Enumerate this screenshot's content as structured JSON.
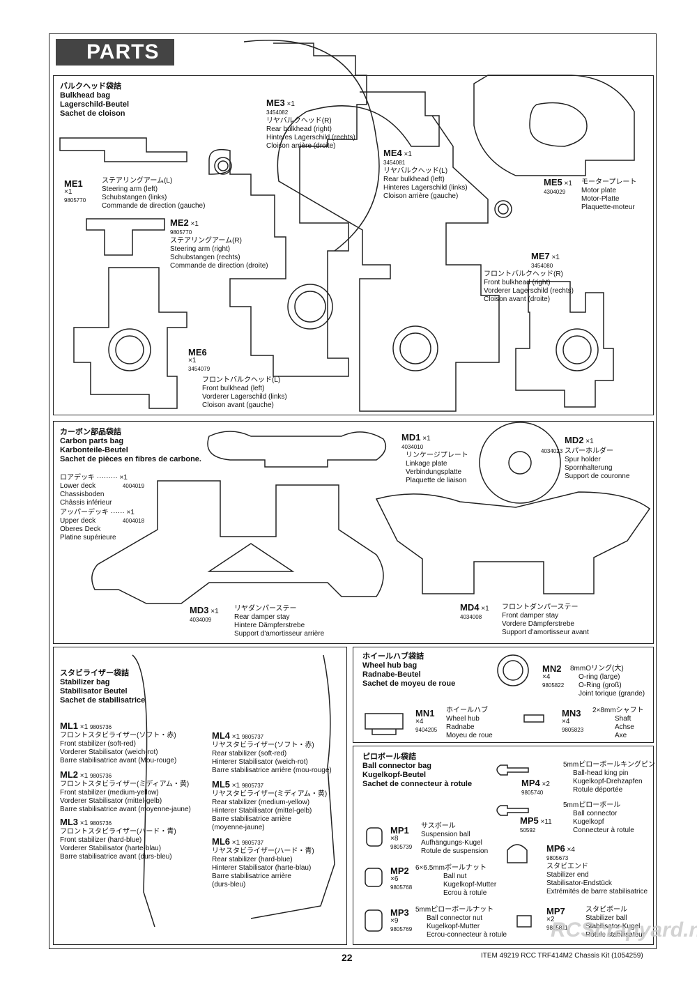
{
  "header": {
    "title": "PARTS"
  },
  "bulkhead_bag": {
    "title_jp": "バルクヘッド袋詰",
    "title_en": "Bulkhead bag",
    "title_de": "Lagerschild-Beutel",
    "title_fr": "Sachet de cloison",
    "parts": [
      {
        "id": "ME1",
        "qty": "×1",
        "code": "9805770",
        "jp": "ステアリングアーム(L)",
        "en": "Steering arm (left)",
        "de": "Schubstangen (links)",
        "fr": "Commande de direction (gauche)"
      },
      {
        "id": "ME2",
        "qty": "×1",
        "code": "9805770",
        "jp": "ステアリングアーム(R)",
        "en": "Steering arm (right)",
        "de": "Schubstangen (rechts)",
        "fr": "Commande de direction (droite)"
      },
      {
        "id": "ME3",
        "qty": "×1",
        "code": "3454082",
        "jp": "リヤバルクヘッド(R)",
        "en": "Rear bulkhead (right)",
        "de": "Hinteres Lagerschild (rechts)",
        "fr": "Cloison arrière (droite)"
      },
      {
        "id": "ME4",
        "qty": "×1",
        "code": "3454081",
        "jp": "リヤバルクヘッド(L)",
        "en": "Rear bulkhead (left)",
        "de": "Hinteres Lagerschild (links)",
        "fr": "Cloison arrière (gauche)"
      },
      {
        "id": "ME5",
        "qty": "×1",
        "code": "4304029",
        "jp": "モータープレート",
        "en": "Motor plate",
        "de": "Motor-Platte",
        "fr": "Plaquette-moteur"
      },
      {
        "id": "ME6",
        "qty": "×1",
        "code": "3454079",
        "jp": "フロントバルクヘッド(L)",
        "en": "Front bulkhead (left)",
        "de": "Vorderer Lagerschild (links)",
        "fr": "Cloison avant (gauche)"
      },
      {
        "id": "ME7",
        "qty": "×1",
        "code": "3454080",
        "jp": "フロントバルクヘッド(R)",
        "en": "Front bulkhead (right)",
        "de": "Vorderer Lagerschild (rechts)",
        "fr": "Cloison avant (droite)"
      }
    ]
  },
  "carbon_bag": {
    "title_jp": "カーボン部品袋詰",
    "title_en": "Carbon parts bag",
    "title_de": "Karbonteile-Beutel",
    "title_fr": "Sachet de pièces en fibres de carbone.",
    "lower_deck": {
      "jp": "ロアデッキ",
      "dots": "·········",
      "qty": "×1",
      "code": "4004019",
      "en": "Lower deck",
      "de": "Chassisboden",
      "fr": "Châssis inférieur"
    },
    "upper_deck": {
      "jp": "アッパーデッキ",
      "dots": "······",
      "qty": "×1",
      "code": "4004018",
      "en": "Upper deck",
      "de": "Oberes Deck",
      "fr": "Platine supérieure"
    },
    "parts": [
      {
        "id": "MD1",
        "qty": "×1",
        "code": "4034010",
        "jp": "リンケージプレート",
        "en": "Linkage plate",
        "de": "Verbindungsplatte",
        "fr": "Plaquette de liaison"
      },
      {
        "id": "MD2",
        "qty": "×1",
        "code": "4034023",
        "jp": "スパーホルダー",
        "en": "Spur holder",
        "de": "Spornhalterung",
        "fr": "Support de couronne"
      },
      {
        "id": "MD3",
        "qty": "×1",
        "code": "4034009",
        "jp": "リヤダンパーステー",
        "en": "Rear damper stay",
        "de": "Hintere Dämpferstrebe",
        "fr": "Support d'amortisseur arrière"
      },
      {
        "id": "MD4",
        "qty": "×1",
        "code": "4034008",
        "jp": "フロントダンパーステー",
        "en": "Front damper stay",
        "de": "Vordere Dämpferstrebe",
        "fr": "Support d'amortisseur avant"
      }
    ]
  },
  "stabilizer_bag": {
    "title_jp": "スタビライザー袋詰",
    "title_en": "Stabilizer bag",
    "title_de": "Stabilisator Beutel",
    "title_fr": "Sachet de stabilisatrice",
    "parts": [
      {
        "id": "ML1",
        "qty": "×1",
        "code": "9805736",
        "jp": "フロントスタビライザー(ソフト・赤)",
        "en": "Front stabilizer (soft-red)",
        "de": "Vorderer Stabilisator (weich-rot)",
        "fr": "Barre stabilisatrice avant (Mou-rouge)"
      },
      {
        "id": "ML2",
        "qty": "×1",
        "code": "9805736",
        "jp": "フロントスタビライザー(ミディアム・黄)",
        "en": "Front stabilizer (medium-yellow)",
        "de": "Vorderer Stabilisator (mittel-gelb)",
        "fr": "Barre stabilisatrice avant (moyenne-jaune)"
      },
      {
        "id": "ML3",
        "qty": "×1",
        "code": "9805736",
        "jp": "フロントスタビライザー(ハード・青)",
        "en": "Front stabilizer (hard-blue)",
        "de": "Vorderer Stabilisator (harte-blau)",
        "fr": "Barre stabilisatrice avant (durs-bleu)"
      },
      {
        "id": "ML4",
        "qty": "×1",
        "code": "9805737",
        "jp": "リヤスタビライザー(ソフト・赤)",
        "en": "Rear stabilizer (soft-red)",
        "de": "Hinterer Stabilisator (weich-rot)",
        "fr": "Barre stabilisatrice arrière (mou-rouge)"
      },
      {
        "id": "ML5",
        "qty": "×1",
        "code": "9805737",
        "jp": "リヤスタビライザー(ミディアム・黄)",
        "en": "Rear stabilizer (medium-yellow)",
        "de": "Hinterer Stabilisator (mittel-gelb)",
        "fr": "Barre stabilisatrice arrière",
        "fr2": "(moyenne-jaune)"
      },
      {
        "id": "ML6",
        "qty": "×1",
        "code": "9805737",
        "jp": "リヤスタビライザー(ハード・青)",
        "en": "Rear stabilizer (hard-blue)",
        "de": "Hinterer Stabilisator (harte-blau)",
        "fr": "Barre stabilisatrice arrière",
        "fr2": "(durs-bleu)"
      }
    ]
  },
  "wheelhub_bag": {
    "title_jp": "ホイールハブ袋詰",
    "title_en": "Wheel hub bag",
    "title_de": "Radnabe-Beutel",
    "title_fr": "Sachet de moyeu de roue",
    "parts": [
      {
        "id": "MN2",
        "qty": "×4",
        "code": "9805822",
        "jp": "8mmOリング(大)",
        "en": "O-ring (large)",
        "de": "O-Ring (groß)",
        "fr": "Joint torique (grande)"
      },
      {
        "id": "MN1",
        "qty": "×4",
        "code": "9404205",
        "jp": "ホイールハブ",
        "en": "Wheel hub",
        "de": "Radnabe",
        "fr": "Moyeu de roue"
      },
      {
        "id": "MN3",
        "qty": "×4",
        "code": "9805823",
        "jp": "2×8mmシャフト",
        "en": "Shaft",
        "de": "Achse",
        "fr": "Axe"
      }
    ]
  },
  "pillowball_bag": {
    "title_jp": "ピロボール袋詰",
    "title_en": "Ball connector bag",
    "title_de": "Kugelkopf-Beutel",
    "title_fr": "Sachet de connecteur à rotule",
    "parts": [
      {
        "id": "MP4",
        "qty": "×2",
        "code": "9805740",
        "jp": "5mmピローボールキングピン",
        "en": "Ball-head king pin",
        "de": "Kugelkopf-Drehzapfen",
        "fr": "Rotule déportée"
      },
      {
        "id": "MP5",
        "qty": "×11",
        "code": "50592",
        "jp": "5mmピローボール",
        "en": "Ball connector",
        "de": "Kugelkopf",
        "fr": "Connecteur à rotule"
      },
      {
        "id": "MP1",
        "qty": "×8",
        "code": "9805739",
        "jp": "サスボール",
        "en": "Suspension ball",
        "de": "Aufhängungs-Kugel",
        "fr": "Rotule de suspension"
      },
      {
        "id": "MP6",
        "qty": "×4",
        "code": "9805673",
        "jp": "スタビエンド",
        "en": "Stabilizer end",
        "de": "Stabilisator-Endstück",
        "fr": "Extrémités de barre stabilisatrice"
      },
      {
        "id": "MP2",
        "qty": "×6",
        "code": "9805768",
        "jp": "6×6.5mmボールナット",
        "en": "Ball nut",
        "de": "Kugelkopf-Mutter",
        "fr": "Ecrou à rotule"
      },
      {
        "id": "MP3",
        "qty": "×9",
        "code": "9805769",
        "jp": "5mmピローボールナット",
        "en": "Ball connector nut",
        "de": "Kugelkopf-Mutter",
        "fr": "Ecrou-connecteur à rotule"
      },
      {
        "id": "MP7",
        "qty": "×2",
        "code": "9805811",
        "jp": "スタビボール",
        "en": "Stabilizer ball",
        "de": "Stabilisator-Kugel",
        "fr": "Rotule stabilisateur"
      }
    ]
  },
  "footer": {
    "page": "22",
    "item": "ITEM 49219  RCC TRF414M2 Chassis Kit (1054259)",
    "watermark": "RCScrapyard.net"
  }
}
